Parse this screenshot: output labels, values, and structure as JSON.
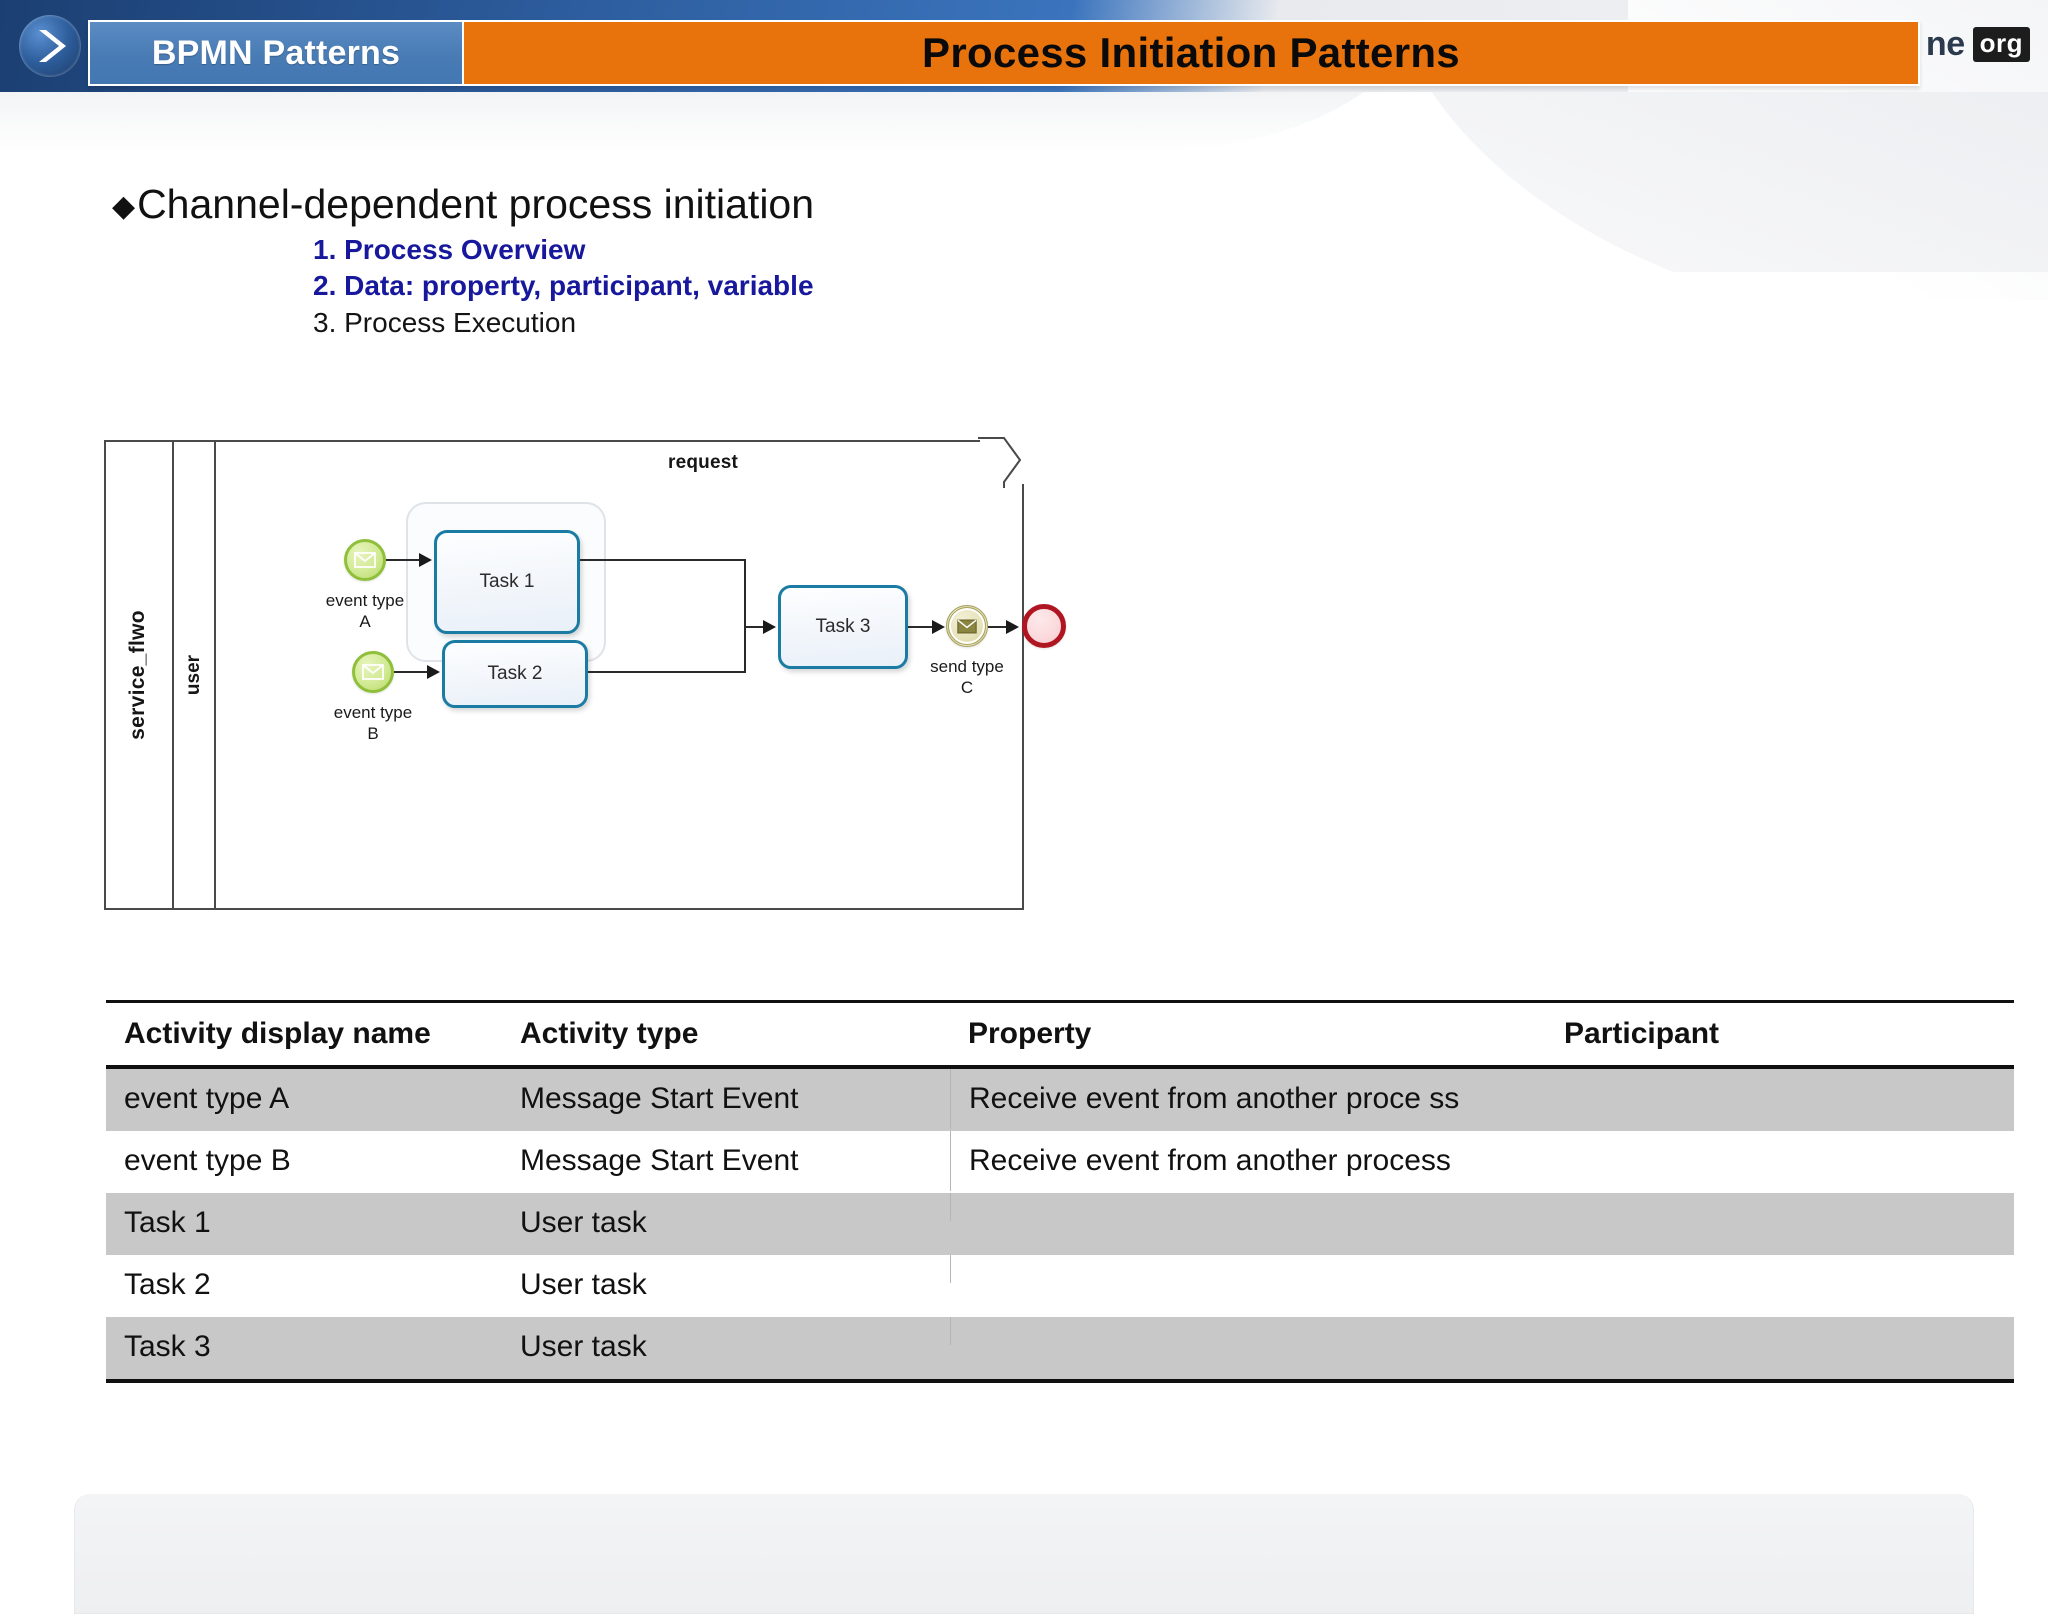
{
  "header": {
    "tab_label": "BPMN Patterns",
    "title": "Process Initiation Patterns",
    "chevron_icon": "chevron-right-icon",
    "logo_word": "ne",
    "logo_org": "org",
    "accent_orange": "#e8730c",
    "accent_blue": "#4a7cb5"
  },
  "content": {
    "bullet_marker": "◆",
    "bullet_title": "Channel-dependent process initiation",
    "sub_items": [
      {
        "text": "1. Process Overview",
        "highlight": true
      },
      {
        "text": "2. Data: property, participant, variable",
        "highlight": true
      },
      {
        "text": "3. Process Execution",
        "highlight": false
      }
    ],
    "highlight_color": "#17189c"
  },
  "diagram": {
    "pool_label": "service_flwo",
    "lane_label": "user",
    "process_label": "request",
    "events": [
      {
        "name": "event-start-a",
        "caption_line1": "event type",
        "caption_line2": "A",
        "kind": "message-start-event"
      },
      {
        "name": "event-start-b",
        "caption_line1": "event type",
        "caption_line2": "B",
        "kind": "message-start-event"
      },
      {
        "name": "event-throw-c",
        "caption_line1": "send type",
        "caption_line2": "C",
        "kind": "message-intermediate-throw-event"
      },
      {
        "name": "event-end",
        "caption_line1": "",
        "caption_line2": "",
        "kind": "end-event"
      }
    ],
    "tasks": [
      {
        "label": "Task 1",
        "selected": true
      },
      {
        "label": "Task 2",
        "selected": false
      },
      {
        "label": "Task 3",
        "selected": false
      }
    ],
    "colors": {
      "start_event_green": "#8fbf3b",
      "throw_event_olive": "#a6a05c",
      "end_event_red": "#b01622",
      "task_border_blue": "#1b7ca3"
    }
  },
  "table": {
    "columns": [
      "Activity display name",
      "Activity type",
      "Property",
      "Participant"
    ],
    "rows": [
      {
        "activity_display_name": "event type A",
        "activity_type": "Message Start Event",
        "property": "Receive event from another proce ss",
        "participant": "",
        "shaded": true
      },
      {
        "activity_display_name": "event type B",
        "activity_type": "Message  Start Event",
        "property": "Receive event from another process",
        "participant": "",
        "shaded": false
      },
      {
        "activity_display_name": "Task 1",
        "activity_type": "User task",
        "property": "",
        "participant": "",
        "shaded": true
      },
      {
        "activity_display_name": "Task 2",
        "activity_type": "User task",
        "property": "",
        "participant": "",
        "shaded": false
      },
      {
        "activity_display_name": "Task 3",
        "activity_type": "User task",
        "property": "",
        "participant": "",
        "shaded": true
      }
    ]
  }
}
